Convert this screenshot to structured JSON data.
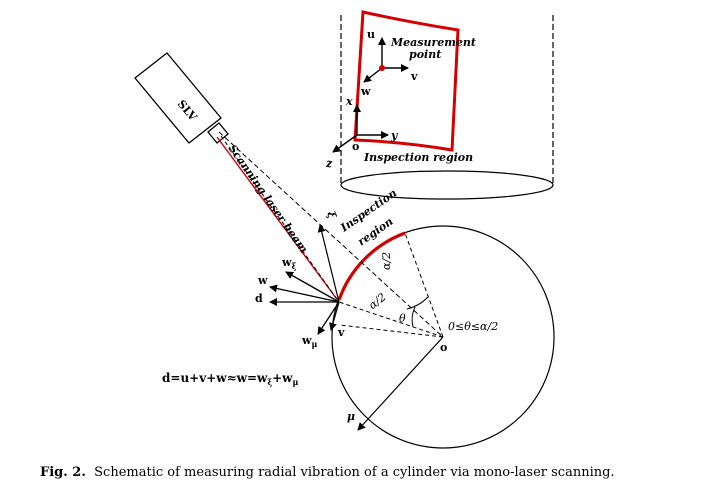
{
  "diagram": {
    "slv_label": "SLV",
    "beam_label": "Scanning laser beam",
    "inspection_region_label_line1": "Inspection",
    "inspection_region_label_line2": "region",
    "measurement_point_line1": "Measurement",
    "measurement_point_line2": "point",
    "inset_inspection_region": "Inspection region",
    "axis_u": "u",
    "axis_v": "v",
    "axis_w": "w",
    "axis_x": "x",
    "axis_y": "y",
    "axis_z": "z",
    "origin_inset": "o",
    "origin_main": "o",
    "vec_w_xi": "w",
    "vec_w_xi_sub": "ξ",
    "vec_w": "w",
    "vec_d": "d",
    "vec_w_mu": "w",
    "vec_w_mu_sub": "μ",
    "vec_v": "v",
    "axis_xi": "ξ",
    "axis_mu": "μ",
    "half_angle_top": "α/2",
    "half_angle_bottom": "α/2",
    "theta": "θ",
    "theta_range": "0≤θ≤α/2",
    "equation": "d=u+v+w≈w=w",
    "equation_sub1": "ξ",
    "equation_plus": "+w",
    "equation_sub2": "μ"
  },
  "caption": {
    "prefix": "Fig. 2.",
    "text": "Schematic of measuring radial vibration of a cylinder via mono-laser scanning."
  },
  "colors": {
    "ink": "#000000",
    "highlight": "#d40000"
  }
}
